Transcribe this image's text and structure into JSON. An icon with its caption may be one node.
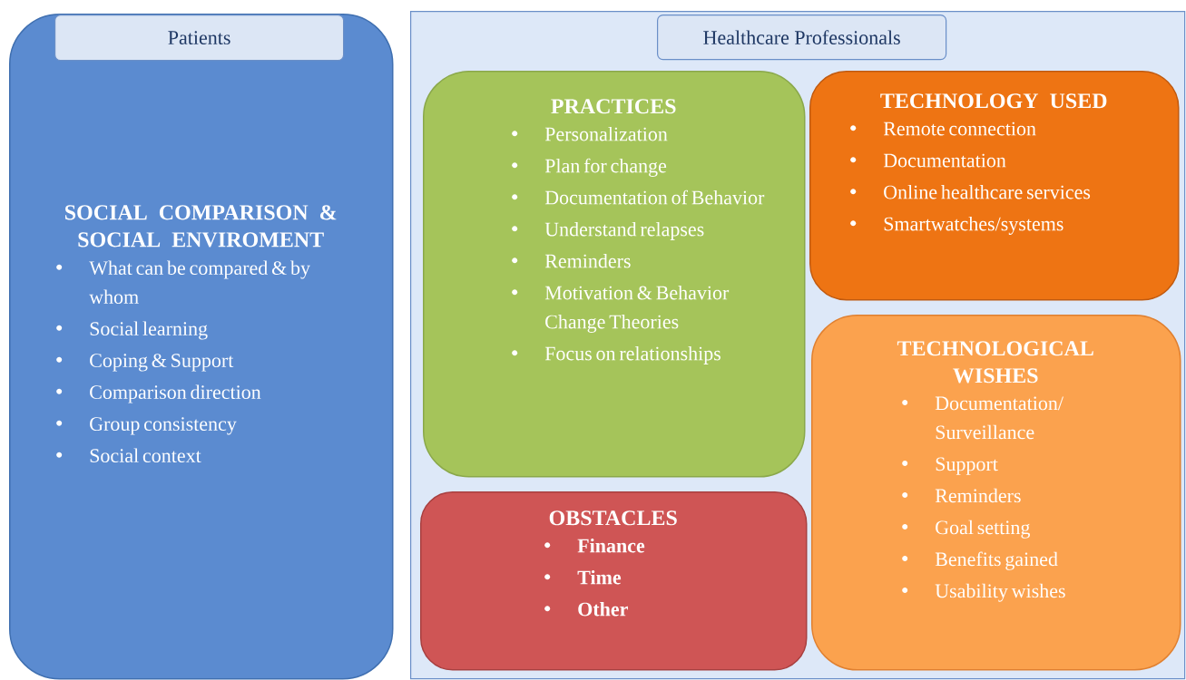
{
  "diagram": {
    "nodes": [
      {
        "text": [
          "SOCIAL COMPARISON & SOCIAL ENVIROMENT",
          "What can be compared & by whom",
          "Social learning",
          "Coping & Support",
          "Comparison direction",
          "Group consistency",
          "Social context"
        ]
      },
      {
        "text": [
          "Patients"
        ],
        "in": 0
      },
      {
        "text": [],
        "shape": "box"
      },
      {
        "text": [
          "Healthcare Professionals"
        ],
        "in": 2
      },
      {
        "text": [
          "PRACTICES",
          "Personalization",
          "Plan for change",
          "Documentation of Behavior",
          "Understand relapses",
          "Reminders",
          "Motivation & Behavior Change Theories",
          "Focus on relationships"
        ],
        "in": 2
      },
      {
        "text": [
          "TECHNOLOGY USED",
          "Remote connection",
          "Documentation",
          "Online healthcare services",
          "Smartwatches/systems"
        ],
        "in": 2
      },
      {
        "text": [
          "OBSTACLES",
          "Finance",
          "Time",
          "Other"
        ],
        "in": 2
      },
      {
        "text": [
          "TECHNOLOGICAL WISHES",
          "Documentation/ Surveillance",
          "Support",
          "Reminders",
          "Goal setting",
          "Benefits gained",
          "Usability wishes"
        ],
        "in": 2
      }
    ],
    "edges": []
  }
}
